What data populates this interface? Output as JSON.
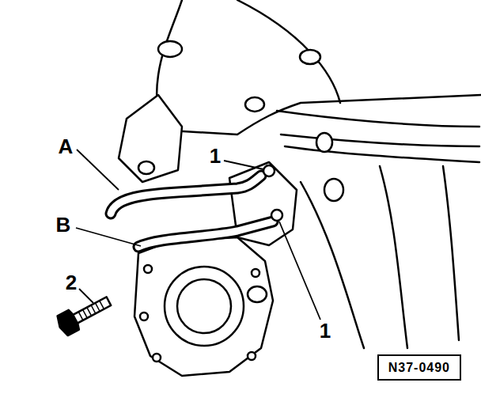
{
  "diagram": {
    "nodes": [
      {
        "text": [
          "N37-0490"
        ]
      }
    ],
    "labels": [
      "A",
      "1",
      "B",
      "2",
      "1"
    ]
  }
}
